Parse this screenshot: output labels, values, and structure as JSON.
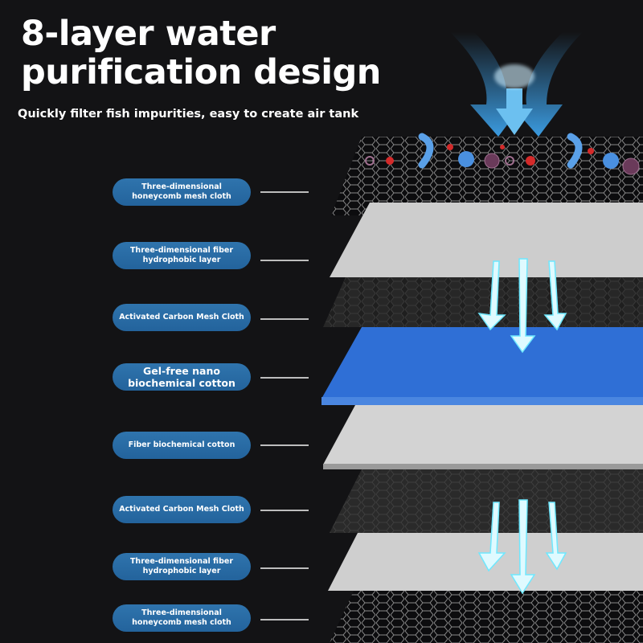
{
  "header": {
    "title_line1": "8-layer water",
    "title_line2": "purification design",
    "subtitle": "Quickly filter fish impurities, easy to create air tank"
  },
  "layers": [
    {
      "label": "Three-dimensional honeycomb mesh cloth",
      "material": "honeycomb-mesh",
      "color": "#0c0c0e"
    },
    {
      "label": "Three-dimensional fiber hydrophobic layer",
      "material": "fiber",
      "color": "#cfcfcf"
    },
    {
      "label": "Activated Carbon Mesh Cloth",
      "material": "carbon-mesh",
      "color": "#1e1e1e"
    },
    {
      "label": "Gel-free nano biochemical cotton",
      "material": "biochemical-cotton",
      "color": "#2f6fd6"
    },
    {
      "label": "Fiber biochemical cotton",
      "material": "fiber",
      "color": "#d3d3d3"
    },
    {
      "label": "Activated Carbon Mesh Cloth",
      "material": "carbon-mesh",
      "color": "#2a2a2a"
    },
    {
      "label": "Three-dimensional fiber hydrophobic layer",
      "material": "fiber",
      "color": "#d0d0d0"
    },
    {
      "label": "Three-dimensional honeycomb mesh cloth",
      "material": "honeycomb-mesh",
      "color": "#0c0c0e"
    }
  ],
  "colors": {
    "background": "#131315",
    "pill": "#2a6aa3",
    "flow_arrow": "#9ff3ff",
    "inflow_arrow": "#3b9be0"
  }
}
